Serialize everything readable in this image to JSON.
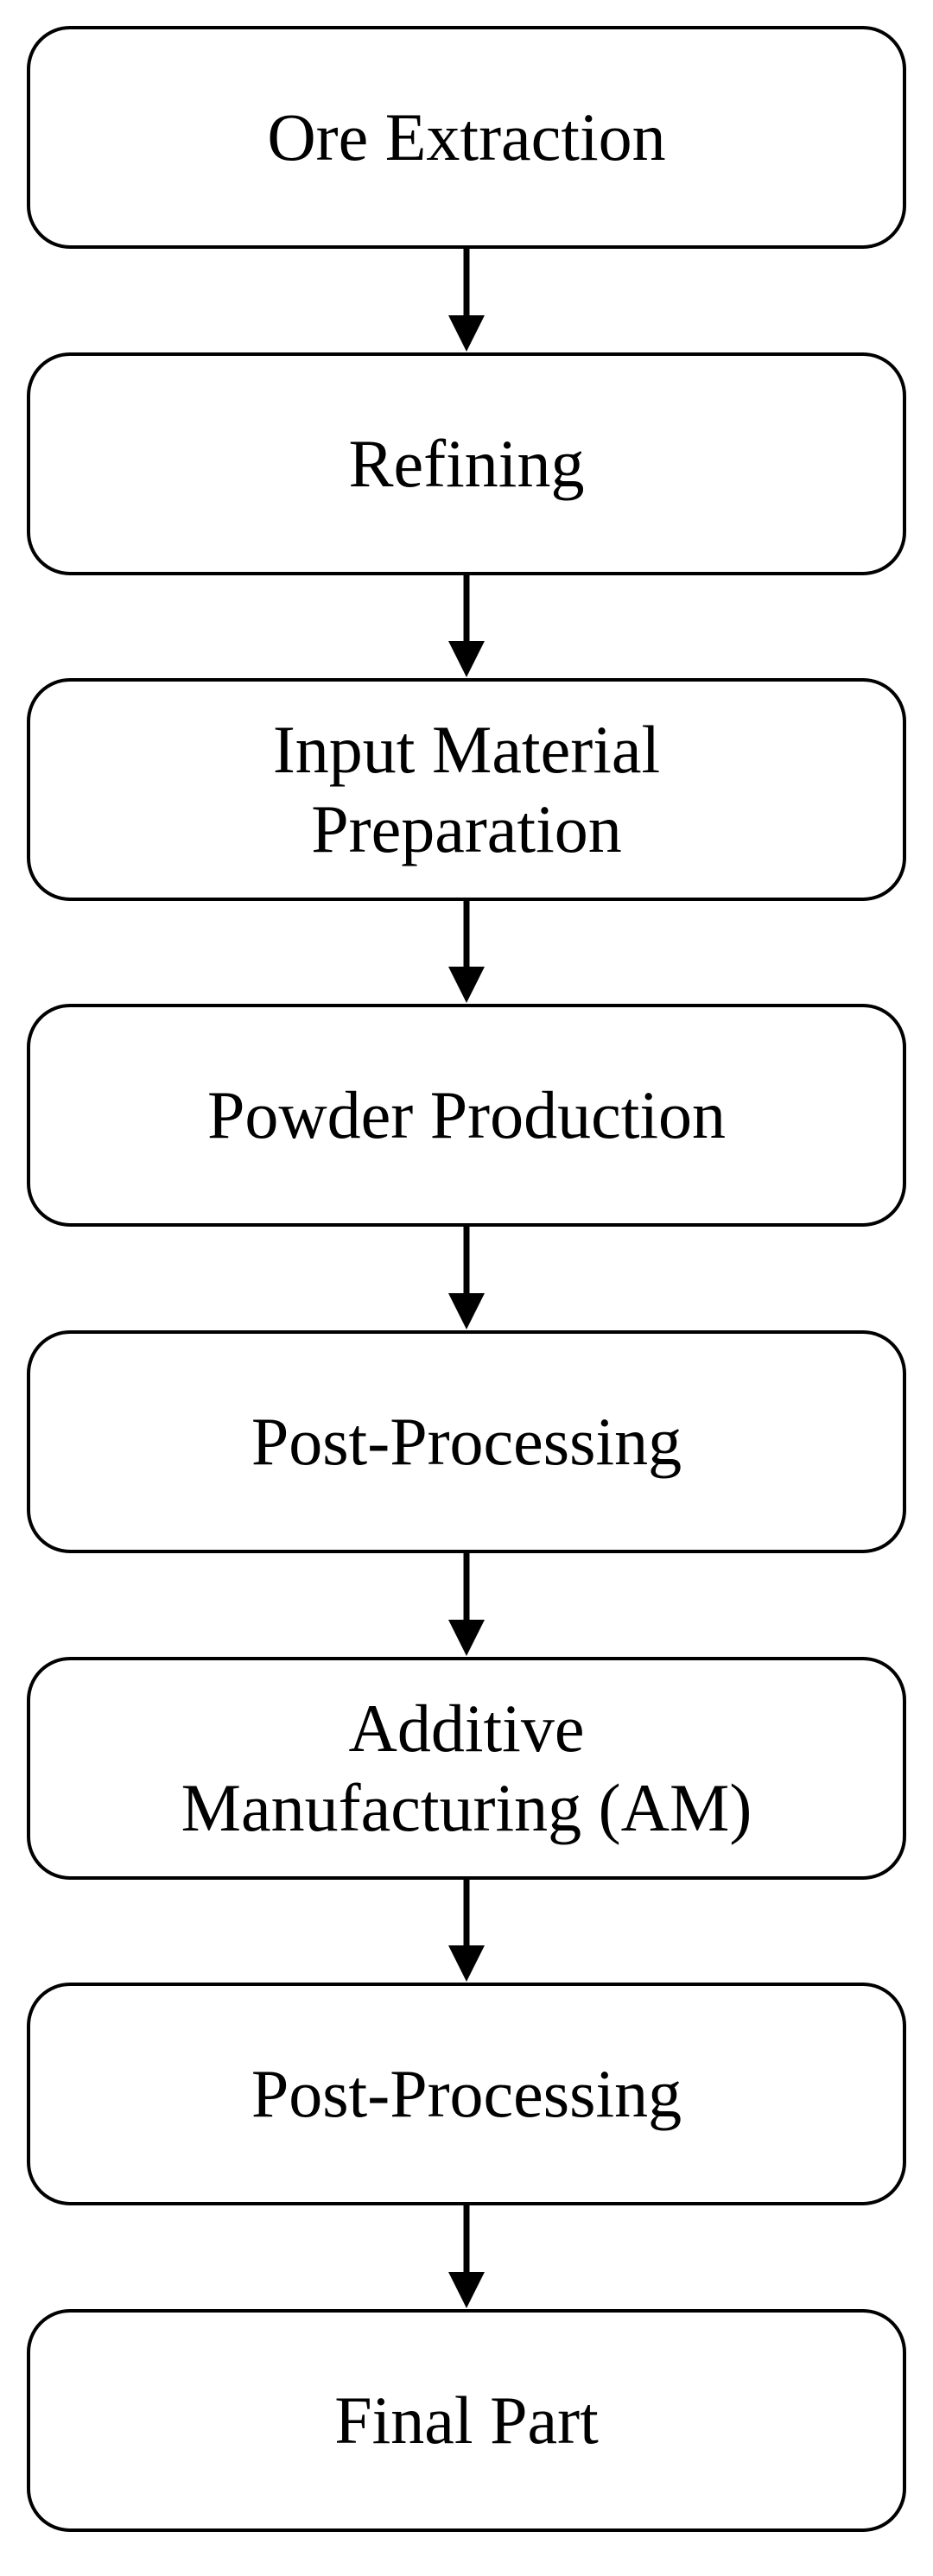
{
  "steps": [
    {
      "label": "Ore Extraction"
    },
    {
      "label": "Refining"
    },
    {
      "label": "Input Material\nPreparation"
    },
    {
      "label": "Powder Production"
    },
    {
      "label": "Post-Processing"
    },
    {
      "label": "Additive\nManufacturing (AM)"
    },
    {
      "label": "Post-Processing"
    },
    {
      "label": "Final Part"
    }
  ],
  "colors": {
    "stroke": "#000000",
    "fill": "#ffffff",
    "text": "#000000"
  }
}
